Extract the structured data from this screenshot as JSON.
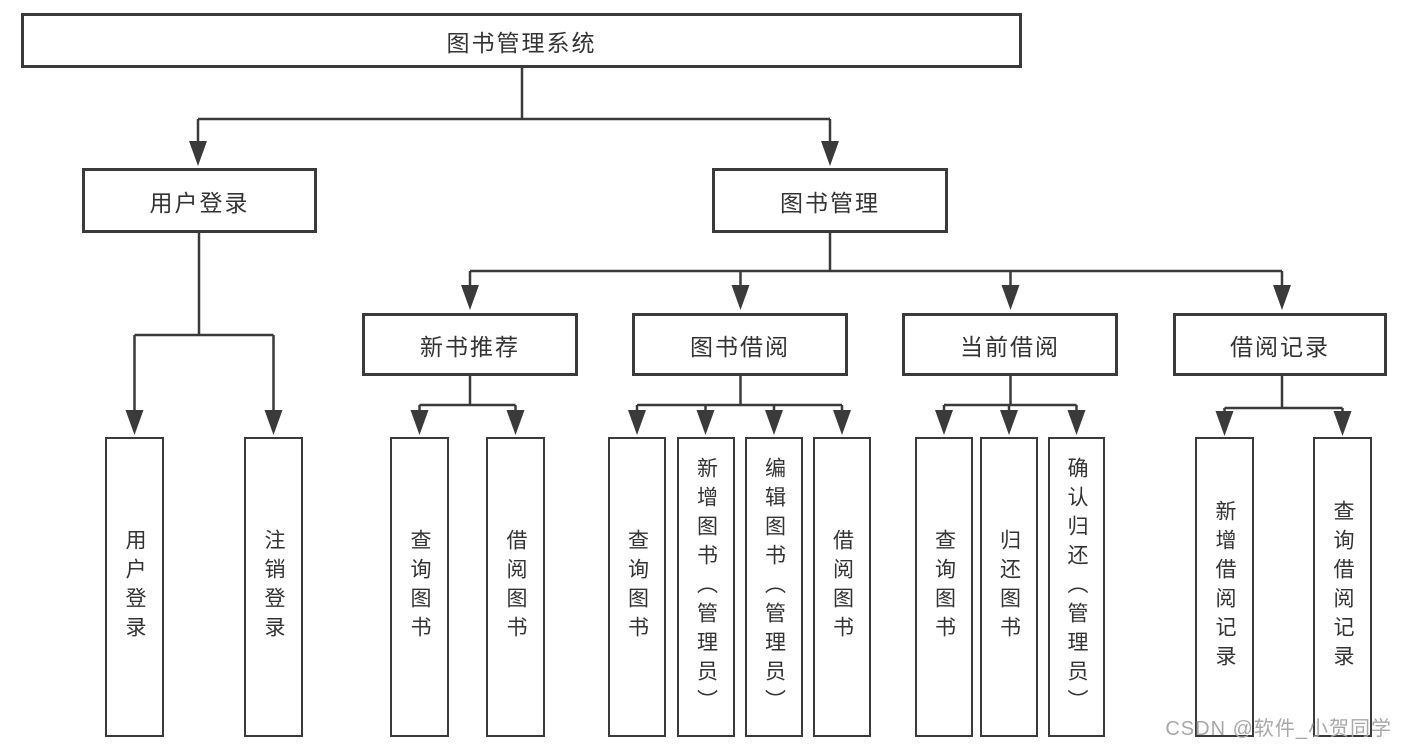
{
  "nodes": {
    "root": {
      "label": "图书管理系统"
    },
    "level2": [
      {
        "label": "用户登录"
      },
      {
        "label": "图书管理"
      }
    ],
    "level3": [
      {
        "label": "新书推荐"
      },
      {
        "label": "图书借阅"
      },
      {
        "label": "当前借阅"
      },
      {
        "label": "借阅记录"
      }
    ],
    "leaves": [
      {
        "label": "用户登录"
      },
      {
        "label": "注销登录"
      },
      {
        "label": "查询图书"
      },
      {
        "label": "借阅图书"
      },
      {
        "label": "查询图书"
      },
      {
        "label": "新增图书（管理员）"
      },
      {
        "label": "编辑图书（管理员）"
      },
      {
        "label": "借阅图书"
      },
      {
        "label": "查询图书"
      },
      {
        "label": "归还图书"
      },
      {
        "label": "确认归还（管理员）"
      },
      {
        "label": "新增借阅记录"
      },
      {
        "label": "查询借阅记录"
      }
    ]
  },
  "watermark": {
    "text": "CSDN @软件_小贺同学"
  },
  "colors": {
    "line": "#3a3a3a",
    "text": "#333333",
    "watermark": "#a8a8a8",
    "background": "#ffffff"
  }
}
